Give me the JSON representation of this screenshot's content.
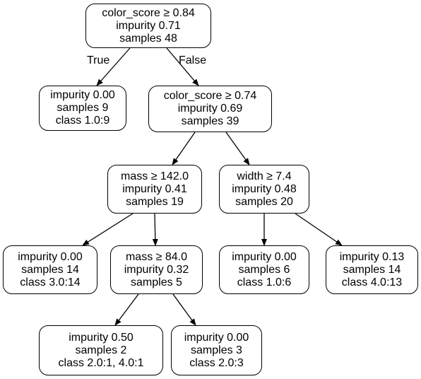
{
  "tree": {
    "nodes": {
      "root": [
        "color_score ≥ 0.84",
        "impurity 0.71",
        "samples 48"
      ],
      "leaf_a": [
        "impurity 0.00",
        "samples 9",
        "class 1.0:9"
      ],
      "split_b": [
        "color_score ≥ 0.74",
        "impurity 0.69",
        "samples 39"
      ],
      "split_c": [
        "mass ≥ 142.0",
        "impurity 0.41",
        "samples 19"
      ],
      "split_d": [
        "width ≥ 7.4",
        "impurity 0.48",
        "samples 20"
      ],
      "leaf_e": [
        "impurity 0.00",
        "samples 14",
        "class 3.0:14"
      ],
      "split_f": [
        "mass ≥ 84.0",
        "impurity 0.32",
        "samples 5"
      ],
      "leaf_g": [
        "impurity 0.00",
        "samples 6",
        "class 1.0:6"
      ],
      "leaf_h": [
        "impurity 0.13",
        "samples 14",
        "class 4.0:13"
      ],
      "leaf_i": [
        "impurity 0.50",
        "samples 2",
        "class 2.0:1, 4.0:1"
      ],
      "leaf_j": [
        "impurity 0.00",
        "samples 3",
        "class 2.0:3"
      ]
    },
    "edges": [
      {
        "from": "root",
        "to": "leaf_a",
        "label": "True"
      },
      {
        "from": "root",
        "to": "split_b",
        "label": "False"
      },
      {
        "from": "split_b",
        "to": "split_c",
        "label": ""
      },
      {
        "from": "split_b",
        "to": "split_d",
        "label": ""
      },
      {
        "from": "split_c",
        "to": "leaf_e",
        "label": ""
      },
      {
        "from": "split_c",
        "to": "split_f",
        "label": ""
      },
      {
        "from": "split_d",
        "to": "leaf_g",
        "label": ""
      },
      {
        "from": "split_d",
        "to": "leaf_h",
        "label": ""
      },
      {
        "from": "split_f",
        "to": "leaf_i",
        "label": ""
      },
      {
        "from": "split_f",
        "to": "leaf_j",
        "label": ""
      }
    ]
  }
}
